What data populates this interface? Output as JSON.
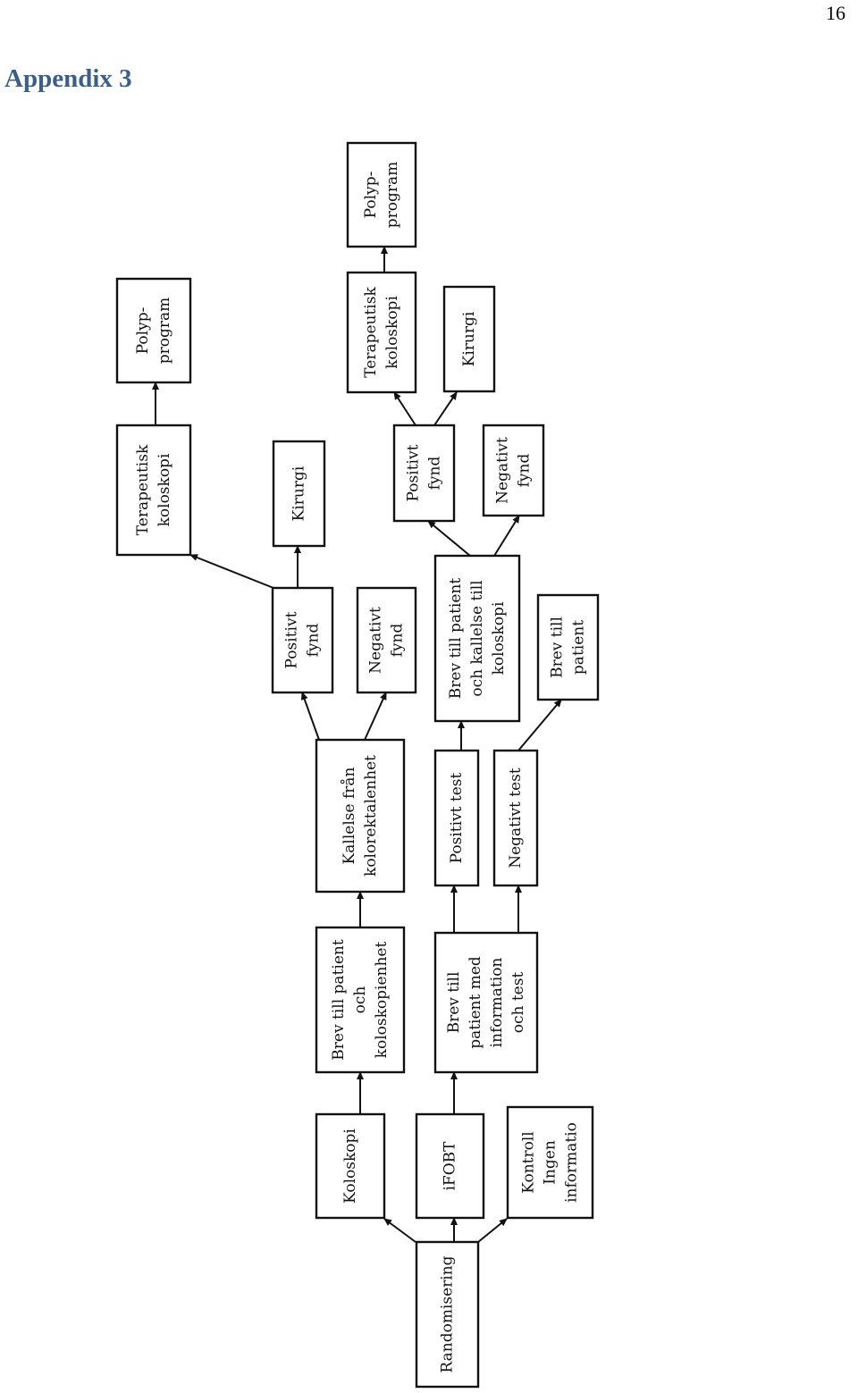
{
  "page_number": "16",
  "title": "Appendix 3",
  "nodes": {
    "randomisering": [
      "Randomisering"
    ],
    "koloskopi": [
      "Koloskopi"
    ],
    "ifobt": [
      "iFOBT"
    ],
    "kontroll": [
      "Kontroll",
      "Ingen",
      "informatio"
    ],
    "brev_koloskopienhet": [
      "Brev till patient",
      "och",
      "koloskopienhet"
    ],
    "brev_ifobt": [
      "Brev till",
      "patient med",
      "information",
      "och test"
    ],
    "kallelse": [
      "Kallelse från",
      "kolorektalenhet"
    ],
    "positivt_test": [
      "Positivt test"
    ],
    "negativt_test": [
      "Negativt test"
    ],
    "positivt_fynd_1": [
      "Positivt",
      "fynd"
    ],
    "negativt_fynd_1": [
      "Negativt",
      "fynd"
    ],
    "brev_kallelse": [
      "Brev till patient",
      "och kallelse till",
      "koloskopi"
    ],
    "brev_patient": [
      "Brev till",
      "patient"
    ],
    "kirurgi_1": [
      "Kirurgi"
    ],
    "terapeutisk_1": [
      "Terapeutisk",
      "koloskopi"
    ],
    "polyp_1": [
      "Polyp-",
      "program"
    ],
    "positivt_fynd_2": [
      "Positivt",
      "fynd"
    ],
    "negativt_fynd_2": [
      "Negativt",
      "fynd"
    ],
    "kirurgi_2": [
      "Kirurgi"
    ],
    "terapeutisk_2": [
      "Terapeutisk",
      "koloskopi"
    ],
    "polyp_2": [
      "Polyp-",
      "program"
    ]
  }
}
